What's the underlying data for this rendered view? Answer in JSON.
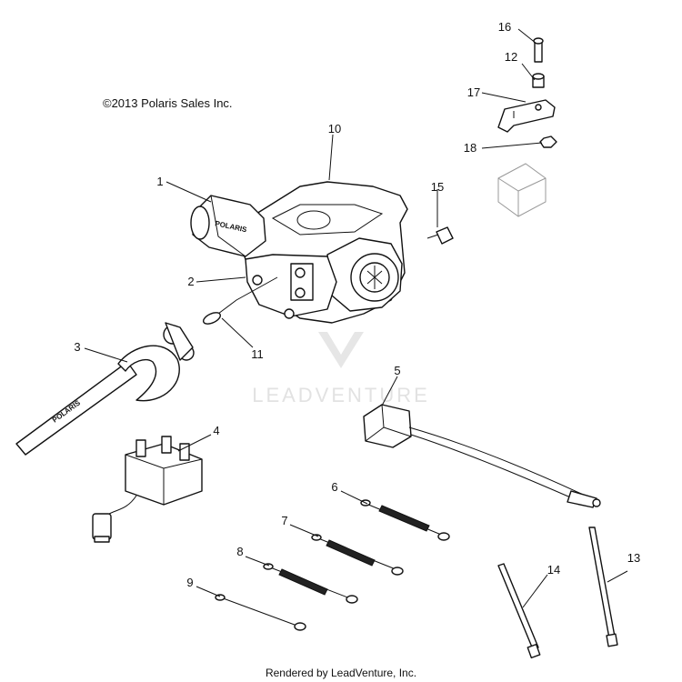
{
  "copyright": "©2013 Polaris Sales Inc.",
  "footer": "Rendered by LeadVenture, Inc.",
  "watermark": "LEADVENTURE",
  "brand_text": "POLARIS",
  "callouts": [
    {
      "id": "1",
      "label": "1"
    },
    {
      "id": "2",
      "label": "2"
    },
    {
      "id": "3",
      "label": "3"
    },
    {
      "id": "4",
      "label": "4"
    },
    {
      "id": "5",
      "label": "5"
    },
    {
      "id": "6",
      "label": "6"
    },
    {
      "id": "7",
      "label": "7"
    },
    {
      "id": "8",
      "label": "8"
    },
    {
      "id": "9",
      "label": "9"
    },
    {
      "id": "10",
      "label": "10"
    },
    {
      "id": "11",
      "label": "11"
    },
    {
      "id": "12",
      "label": "12"
    },
    {
      "id": "13",
      "label": "13"
    },
    {
      "id": "14",
      "label": "14"
    },
    {
      "id": "15",
      "label": "15"
    },
    {
      "id": "16",
      "label": "16"
    },
    {
      "id": "17",
      "label": "17"
    },
    {
      "id": "18",
      "label": "18"
    }
  ]
}
